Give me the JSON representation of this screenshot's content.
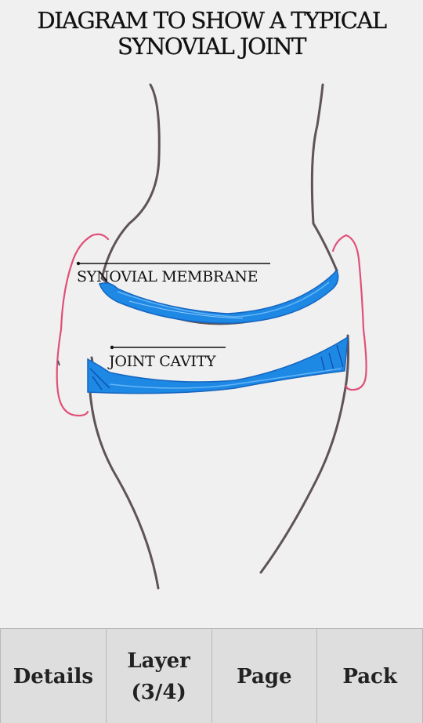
{
  "title": {
    "line1": "DIAGRAM TO SHOW A TYPICAL",
    "line2": "SYNOVIAL JOINT"
  },
  "labels": {
    "synovial_membrane": "SYNOVIAL MEMBRANE",
    "joint_cavity": "JOINT CAVITY"
  },
  "toolbar": {
    "details": "Details",
    "layer": "Layer\n(3/4)",
    "page": "Page",
    "pack": "Pack"
  },
  "colors": {
    "bone_outline": "#5e5358",
    "membrane": "#e05078",
    "cartilage": "#1e88e5",
    "background": "#f0f0f0",
    "toolbar_bg": "#dedede"
  }
}
